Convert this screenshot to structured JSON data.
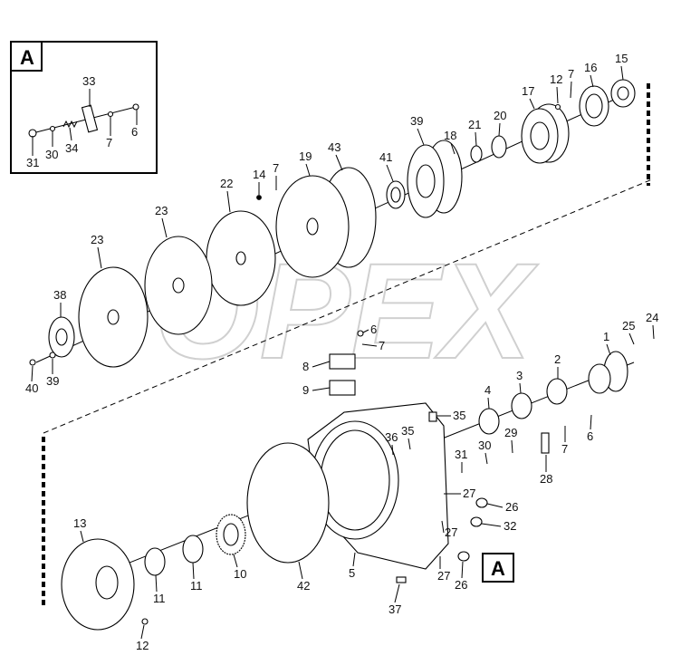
{
  "watermark": "OPEX",
  "detail_box": {
    "label": "A",
    "callouts": [
      "33",
      "31",
      "30",
      "34",
      "7",
      "6"
    ]
  },
  "callout_box_label": "A",
  "callouts": {
    "c15": "15",
    "c16": "16",
    "c7a": "7",
    "c12a": "12",
    "c17": "17",
    "c20": "20",
    "c21": "21",
    "c18": "18",
    "c39a": "39",
    "c41": "41",
    "c43": "43",
    "c19": "19",
    "c7b": "7",
    "c14": "14",
    "c22": "22",
    "c23a": "23",
    "c23b": "23",
    "c38": "38",
    "c40": "40",
    "c39b": "39",
    "c6a": "6",
    "c7c": "7",
    "c8": "8",
    "c9": "9",
    "c35a": "35",
    "c35b": "35",
    "c36": "36",
    "c1": "1",
    "c25": "25",
    "c24": "24",
    "c2": "2",
    "c3": "3",
    "c4": "4",
    "c29": "29",
    "c30": "30",
    "c31": "31",
    "c7d": "7",
    "c6b": "6",
    "c28": "28",
    "c27a": "27",
    "c26a": "26",
    "c27b": "27",
    "c32": "32",
    "c27c": "27",
    "c26b": "26",
    "c5": "5",
    "c42": "42",
    "c10": "10",
    "c11a": "11",
    "c11b": "11",
    "c13": "13",
    "c12b": "12",
    "c37": "37"
  }
}
